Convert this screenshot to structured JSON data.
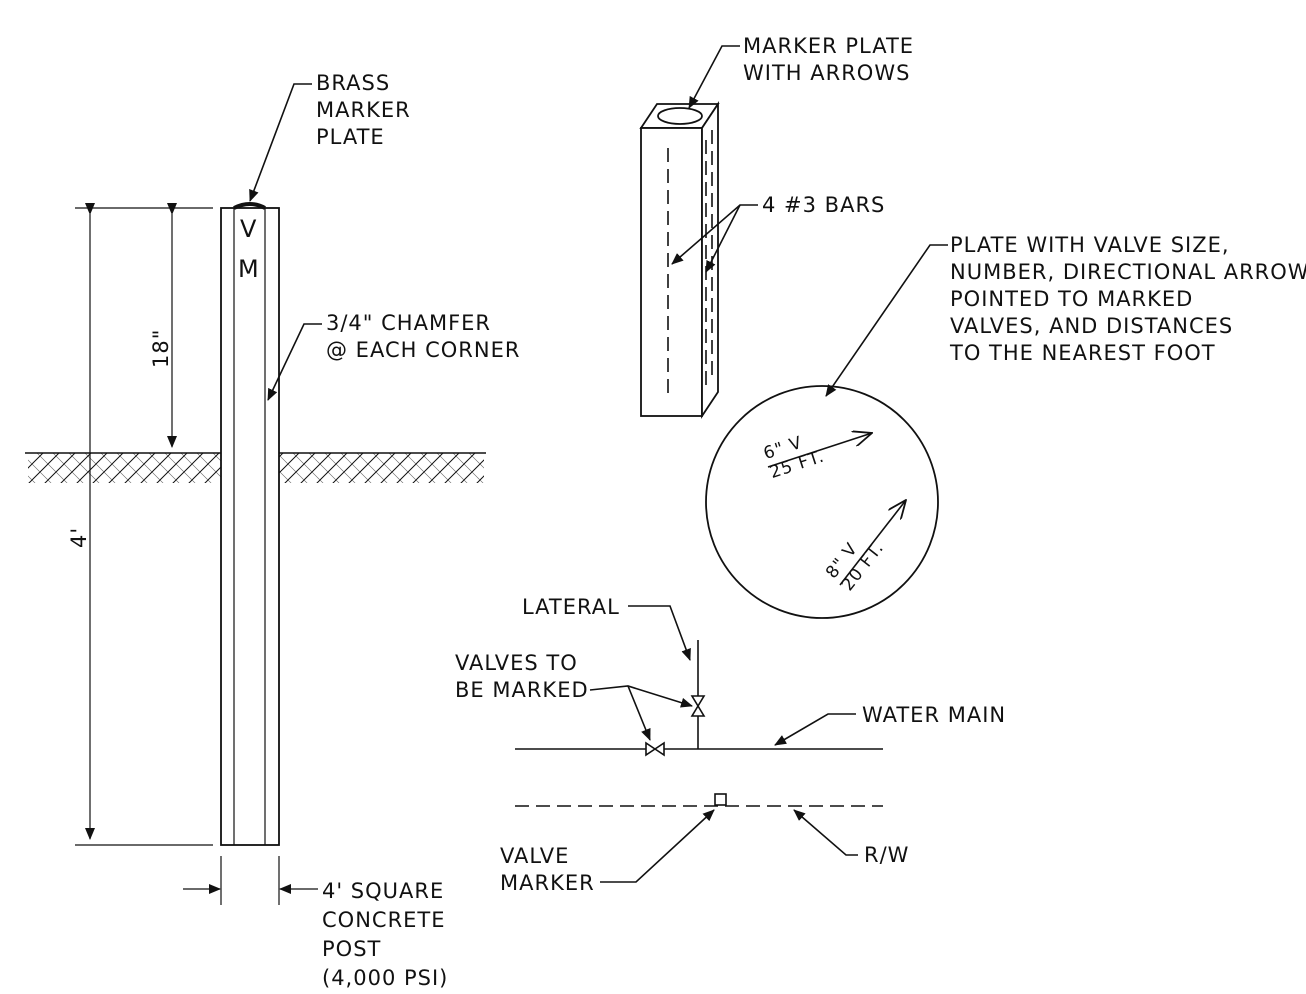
{
  "labels": {
    "brass_marker_plate": [
      "BRASS",
      "MARKER",
      "PLATE"
    ],
    "post_letters": [
      "V",
      "M"
    ],
    "dim_18": "18\"",
    "dim_4ft": "4'",
    "chamfer": [
      "3/4\" CHAMFER",
      "@ EACH CORNER"
    ],
    "concrete_post": [
      "4' SQUARE",
      "CONCRETE",
      "POST",
      "(4,000 PSI)"
    ],
    "marker_plate_arrows": [
      "MARKER PLATE",
      "WITH ARROWS"
    ],
    "bars": "4 #3 BARS",
    "plate_note": [
      "PLATE WITH VALVE SIZE,",
      "NUMBER, DIRECTIONAL ARROW",
      "POINTED TO MARKED",
      "VALVES, AND DISTANCES",
      "TO THE NEAREST FOOT"
    ],
    "plate_arrow1": [
      "6\" V",
      "25 FT."
    ],
    "plate_arrow2": [
      "8\" V",
      "20 FT."
    ],
    "lateral": "LATERAL",
    "valves_to_be_marked": [
      "VALVES TO",
      "BE MARKED"
    ],
    "water_main": "WATER MAIN",
    "valve_marker": [
      "VALVE",
      "MARKER"
    ],
    "rw": "R/W"
  },
  "colors": {
    "ink": "#111111",
    "paper": "#ffffff"
  }
}
